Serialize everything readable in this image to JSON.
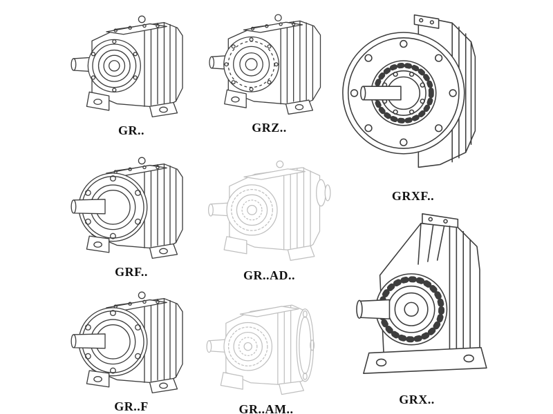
{
  "colors": {
    "background": "#ffffff",
    "line": "#3d3d3d",
    "faded_line": "#bfbfbf",
    "label_text": "#111111"
  },
  "items": [
    {
      "id": "gr",
      "label": "GR..",
      "drawing": "inline-helical-gearbox-foot-mounted",
      "render": "solid"
    },
    {
      "id": "grz",
      "label": "GRZ..",
      "drawing": "inline-helical-gearbox-foot-mounted-variant",
      "render": "solid"
    },
    {
      "id": "grxf",
      "label": "GRXF..",
      "drawing": "flange-mounted-gearbox-large-front-flange",
      "render": "solid"
    },
    {
      "id": "grf",
      "label": "GRF..",
      "drawing": "flanged-inline-gearbox-with-feet",
      "render": "solid"
    },
    {
      "id": "grad",
      "label": "GR..AD..",
      "drawing": "gearbox-with-input-adapter-ghosted",
      "render": "faded"
    },
    {
      "id": "grft",
      "label": "GR..F",
      "drawing": "flanged-inline-gearbox-with-feet",
      "render": "solid"
    },
    {
      "id": "gram",
      "label": "GR..AM..",
      "drawing": "gearbox-with-motor-mount-flange-ghosted",
      "render": "faded"
    },
    {
      "id": "grx",
      "label": "GRX..",
      "drawing": "large-helical-gearbox-foot-mounted",
      "render": "solid"
    }
  ]
}
